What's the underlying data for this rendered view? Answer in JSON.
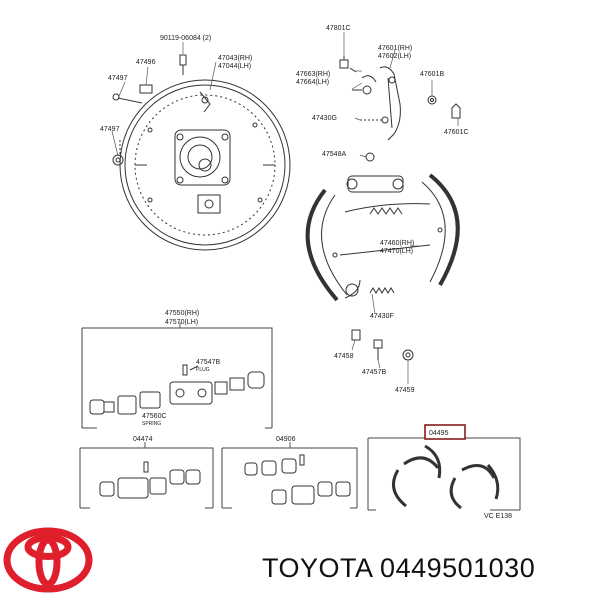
{
  "brand": "TOYOTA",
  "part_number": "0449501030",
  "colors": {
    "logo_red": "#e01f2d",
    "line": "#333333",
    "boxed_label_border": "#8b1a1a"
  },
  "part_labels": {
    "bolt_top": "90119-06084 (2)",
    "l47496": "47496",
    "l47497a": "47497",
    "l47497b": "47497",
    "l47043": "47043(RH)",
    "l47044": "47044(LH)",
    "l47801c": "47801C",
    "l47601": "47601(RH)",
    "l47602": "47602(LH)",
    "l47663": "47663(RH)",
    "l47664": "47664(LH)",
    "l47601b": "47601B",
    "l47430g": "47430G",
    "l47601c": "47601C",
    "l47548a": "47548A",
    "l47460": "47460(RH)",
    "l47470": "47470(LH)",
    "l47430f": "47430F",
    "l47458": "47458",
    "l47457b": "47457B",
    "l47459": "47459",
    "l47550": "47550(RH)",
    "l47570": "47570(LH)",
    "l47547b": "47547B",
    "l47547b_sub": "PLUG",
    "l47560c": "47560C",
    "l47560c_sub": "SPRING",
    "l04474": "04474",
    "l04906": "04906",
    "l04495": "04495",
    "footer_code": "VC E138"
  }
}
